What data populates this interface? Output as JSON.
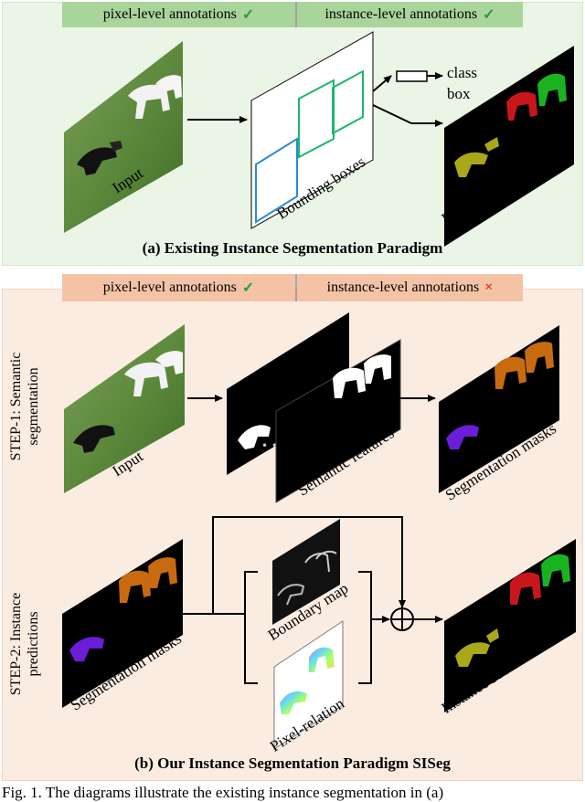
{
  "panel_a": {
    "pixel_label": "pixel-level annotations",
    "pixel_mark": "✓",
    "instance_label": "instance-level annotations",
    "instance_mark": "✓",
    "input_label": "Input",
    "bbox_label": "Bounding boxes",
    "class_label": "class",
    "box_label": "box",
    "pred_label": "Instance Predictions",
    "caption": "(a) Existing Instance Segmentation Paradigm"
  },
  "panel_b": {
    "pixel_label": "pixel-level annotations",
    "pixel_mark": "✓",
    "instance_label": "instance-level annotations",
    "instance_mark": "×",
    "step1_label": "STEP-1: Semantic segmentation",
    "step1_line1": "STEP-1: Semantic",
    "step1_line2": "segmentation",
    "input_label": "Input",
    "semantic_label": "Semantic features",
    "segmasks_label": "Segmentation masks",
    "step2_line1": "STEP-2: Instance",
    "step2_line2": "predictions",
    "segmasks2_label": "Segmentation masks",
    "boundary_label": "Boundary map",
    "relation_label": "Pixel-relation",
    "pred_label": "Instance Predictions",
    "caption": "(b) Our Instance Segmentation Paradigm SISeg"
  },
  "figure_caption": "Fig. 1.   The diagrams illustrate the existing instance segmentation in (a)",
  "colors": {
    "panel_a_bg": "#eaf5e6",
    "panel_b_bg": "#fbece2",
    "header_a_bg": "#a9d49a",
    "header_b_bg": "#f4c3a6",
    "check": "#1f9e3c",
    "cross": "#e0251e",
    "box_blue": "#2a8ad4",
    "box_green": "#19b86b",
    "mask_yellow": "#a8a81a",
    "mask_red": "#c9161b",
    "mask_green": "#1bb21f",
    "mask_orange": "#c86a10",
    "mask_purple": "#6a1ed8"
  }
}
